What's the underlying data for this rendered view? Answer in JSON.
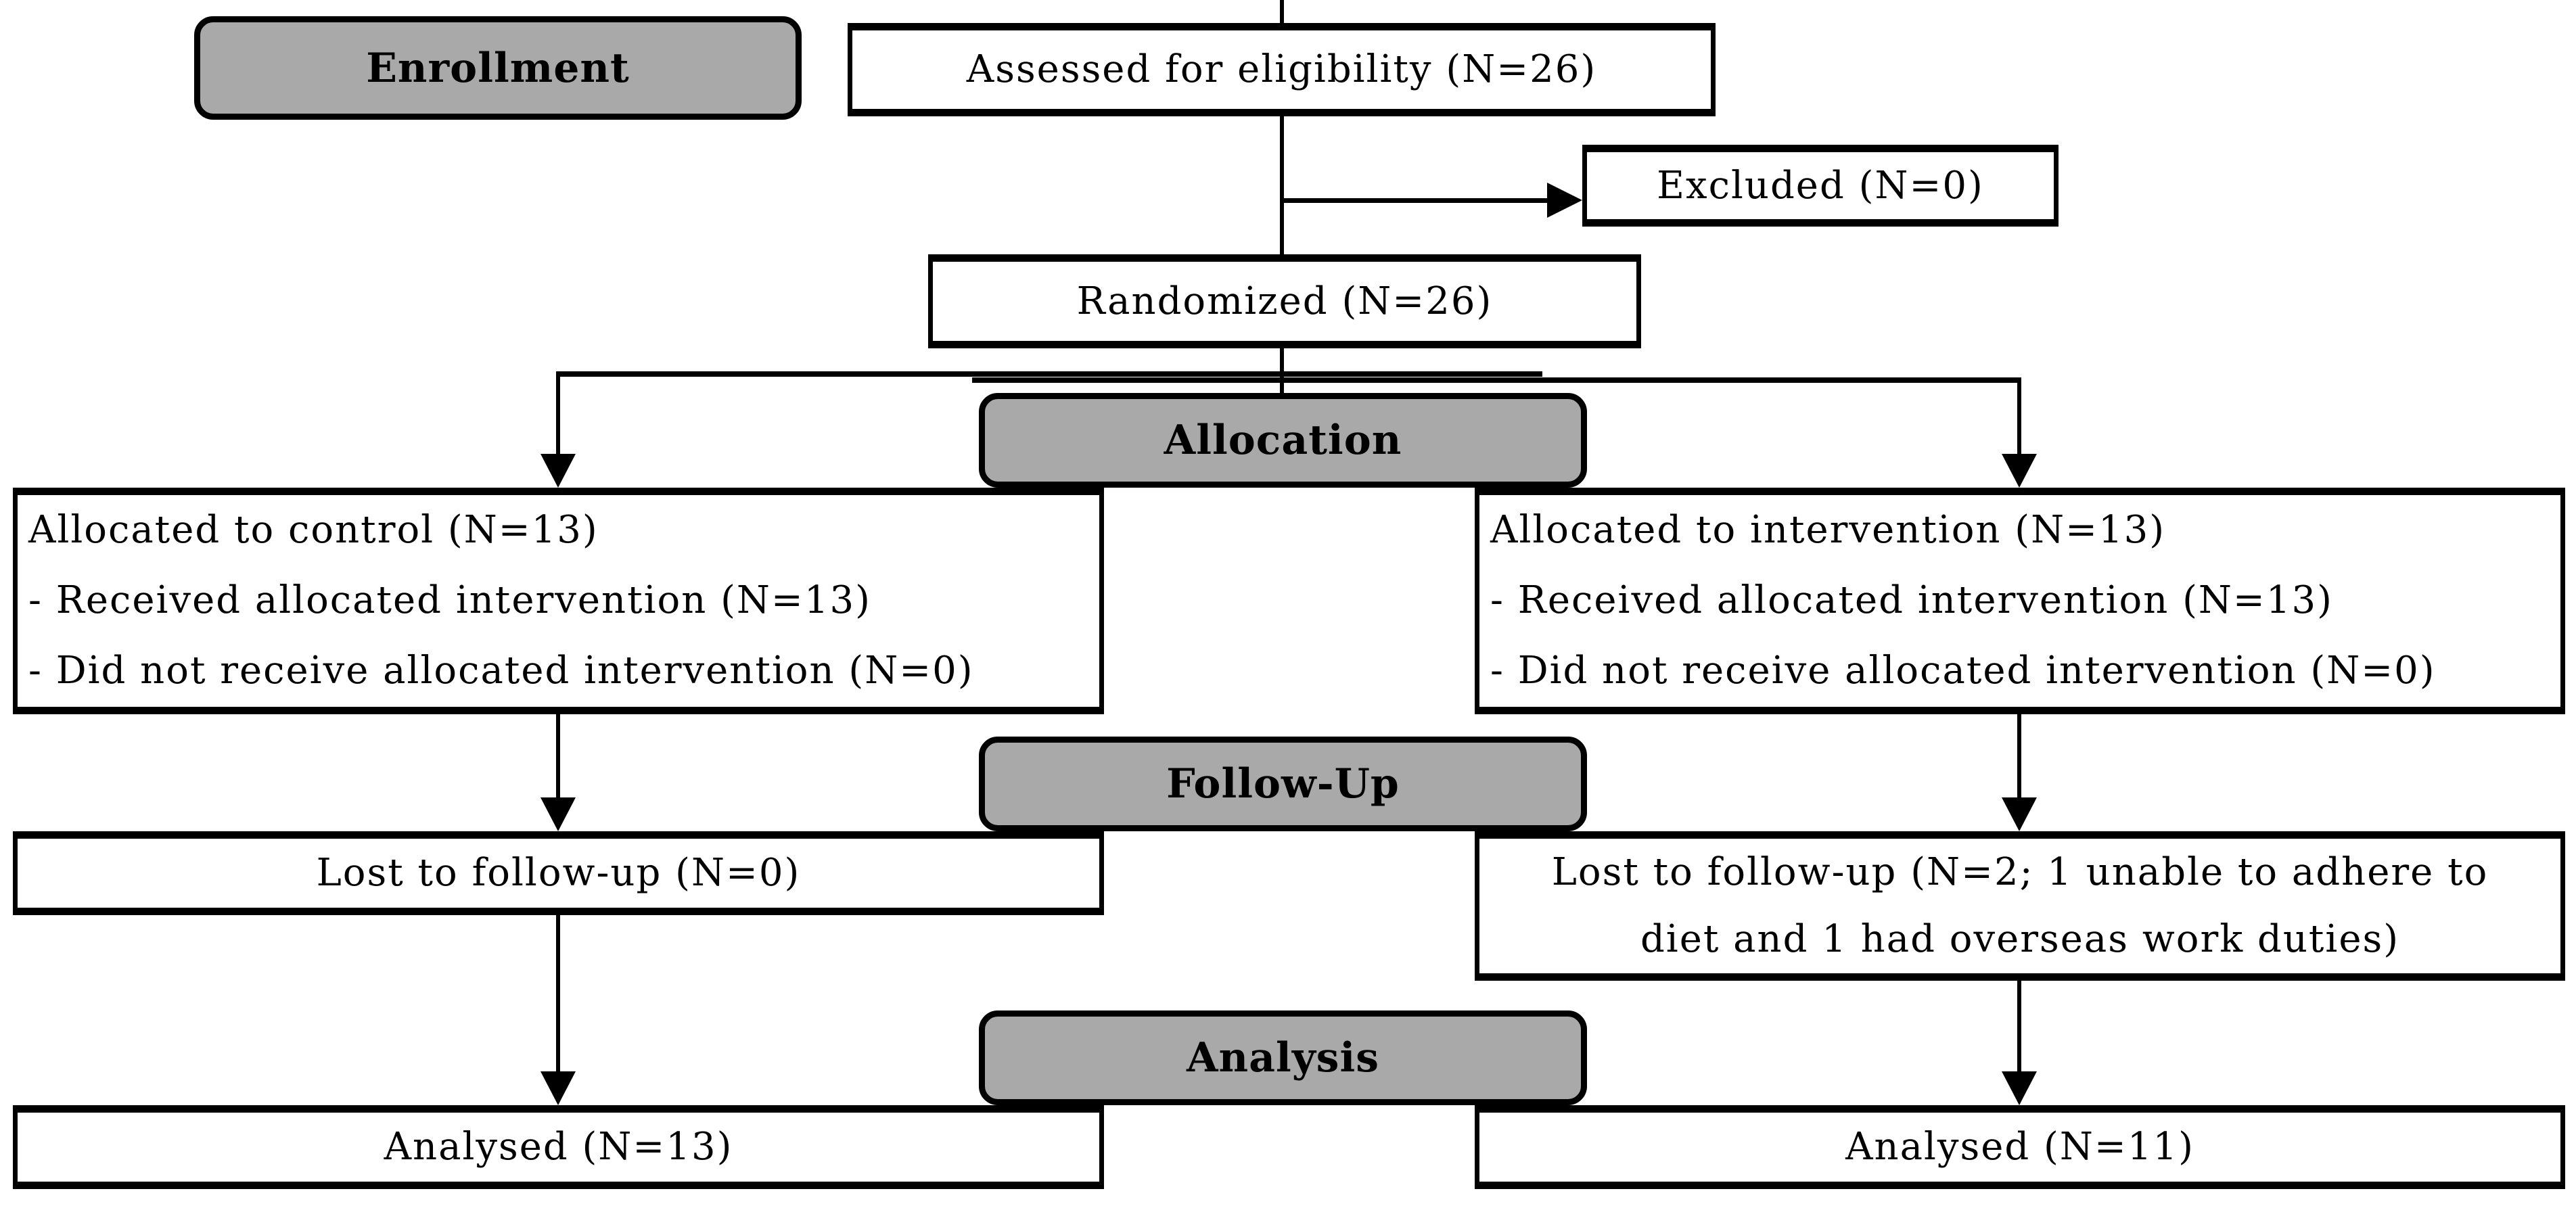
{
  "diagram": {
    "title_hint": "CONSORT participant flow diagram",
    "stages": {
      "enrollment_label": "Enrollment",
      "allocation_label": "Allocation",
      "followup_label": "Follow-Up",
      "analysis_label": "Analysis"
    },
    "enrollment": {
      "assessed": "Assessed for eligibility (N=26)",
      "excluded": "Excluded (N=0)",
      "randomized": "Randomized (N=26)"
    },
    "control_arm": {
      "allocation_lines": [
        "Allocated to control (N=13)",
        "- Received allocated intervention (N=13)",
        "- Did not receive allocated intervention (N=0)"
      ],
      "followup": "Lost to follow-up (N=0)",
      "analysed": "Analysed (N=13)"
    },
    "intervention_arm": {
      "allocation_lines": [
        "Allocated to intervention (N=13)",
        "- Received allocated intervention (N=13)",
        "- Did not receive allocated intervention (N=0)"
      ],
      "followup_lines": [
        "Lost to follow-up (N=2; 1 unable to adhere to",
        "diet and 1 had overseas work duties)"
      ],
      "analysed": "Analysed (N=11)"
    },
    "colors": {
      "stage_fill": "#a9a9a9",
      "line_color": "#000000",
      "box_fill": "#ffffff"
    }
  }
}
